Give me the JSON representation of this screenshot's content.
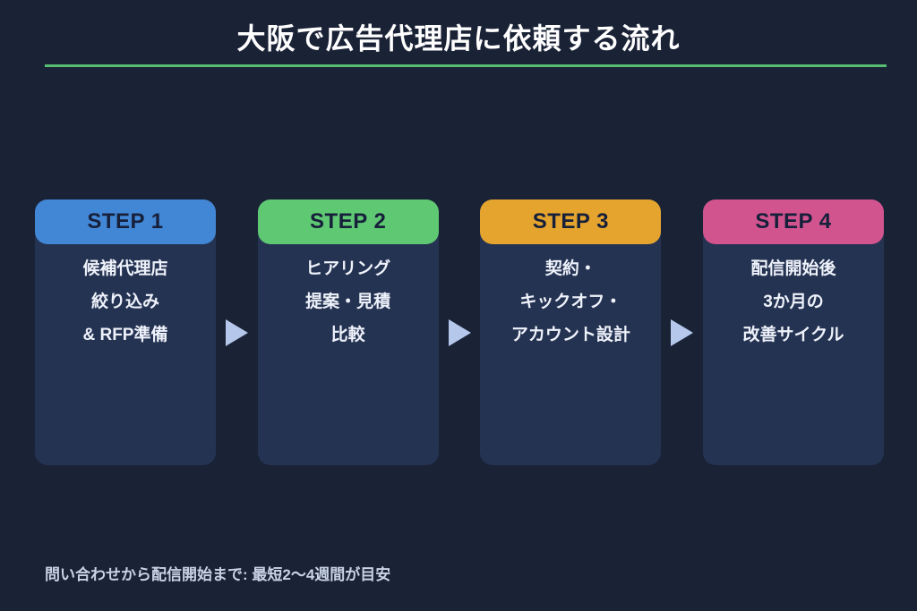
{
  "title": "大阪で広告代理店に依頼する流れ",
  "steps": [
    {
      "label": "STEP 1",
      "color": "#4287d5",
      "lines": [
        "候補代理店",
        "絞り込み",
        "& RFP準備"
      ]
    },
    {
      "label": "STEP 2",
      "color": "#5fc873",
      "lines": [
        "ヒアリング",
        "提案・見積",
        "比較"
      ]
    },
    {
      "label": "STEP 3",
      "color": "#e5a42e",
      "lines": [
        "契約・",
        "キックオフ・",
        "アカウント設計"
      ]
    },
    {
      "label": "STEP 4",
      "color": "#d2548f",
      "lines": [
        "配信開始後",
        "3か月の",
        "改善サイクル"
      ]
    }
  ],
  "footer_note": "問い合わせから配信開始まで: 最短2〜4週間が目安",
  "colors": {
    "background": "#1a2236",
    "card_body": "#253352",
    "title_underline": "#57bd72",
    "arrow": "#b5c8ec",
    "step_label_text": "#17203a",
    "body_text": "#eef2fa",
    "footer_text": "#c9d3e6"
  }
}
